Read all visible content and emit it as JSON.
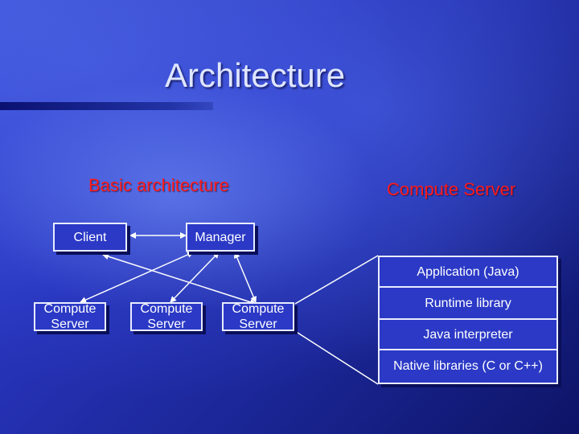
{
  "slide": {
    "title": "Architecture",
    "left_heading": "Basic architecture",
    "right_heading": "Compute Server"
  },
  "diagram": {
    "client": "Client",
    "manager": "Manager",
    "servers": [
      "Compute\nServer",
      "Compute\nServer",
      "Compute\nServer"
    ]
  },
  "compute_server": {
    "layers": [
      "Application (Java)",
      "Runtime library",
      "Java interpreter",
      "Native libraries (C or C++)"
    ]
  }
}
